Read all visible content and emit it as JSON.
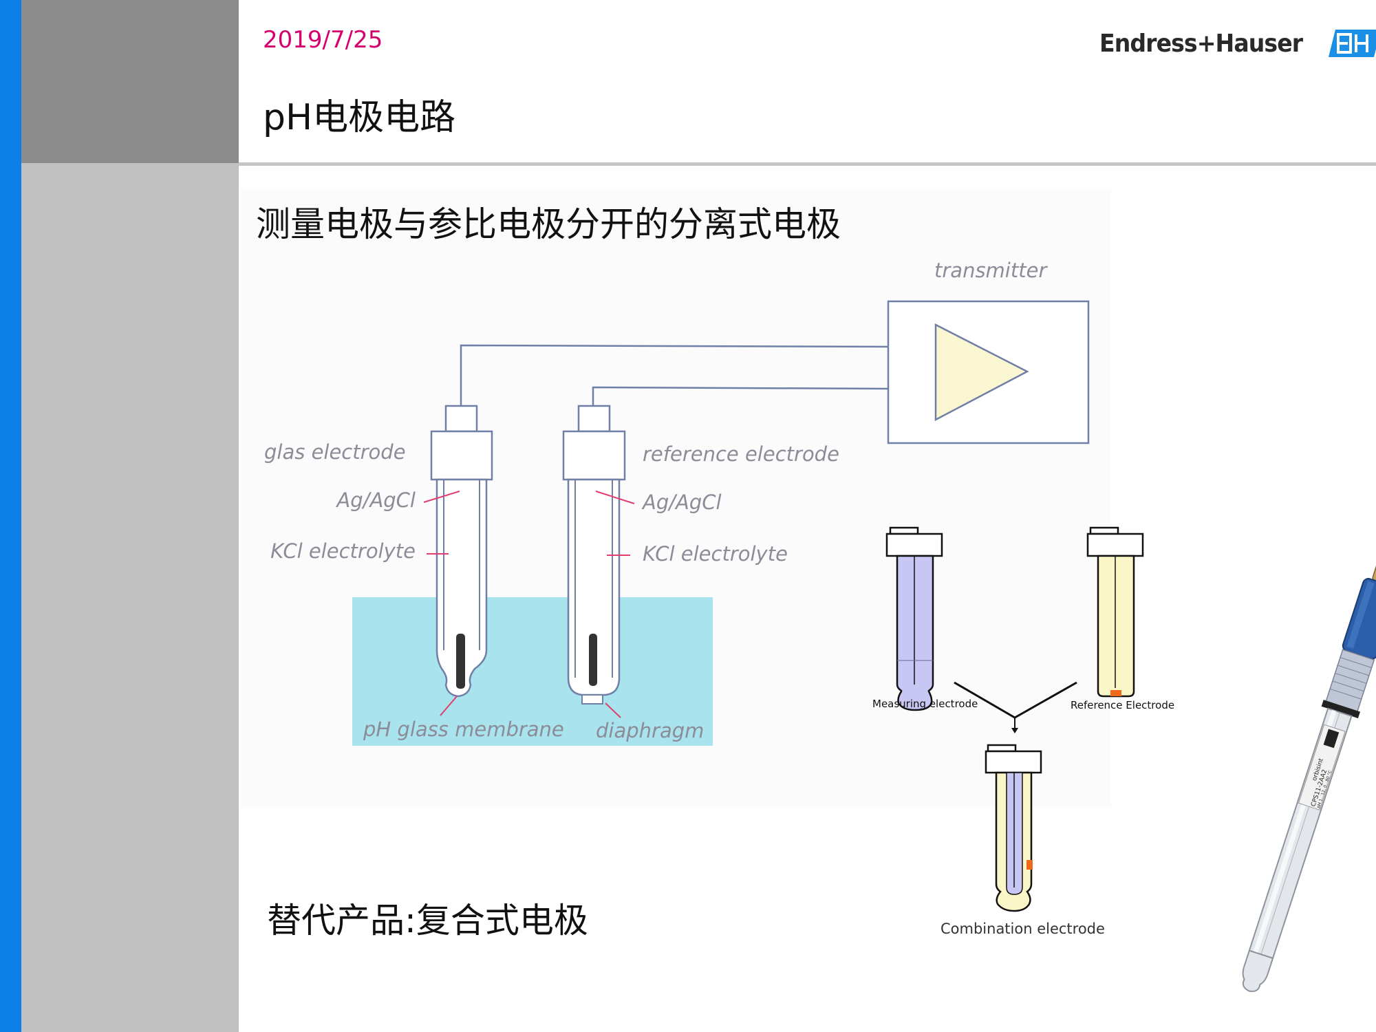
{
  "header": {
    "date": "2019/7/25",
    "title": "pH电极电路",
    "brand": "Endress+Hauser"
  },
  "slide": {
    "subtitle": "测量电极与参比电极分开的分离式电极",
    "alternative": "替代产品:复合式电极"
  },
  "diagram": {
    "transmitter": "transmitter",
    "glas_electrode": "glas electrode",
    "reference_electrode": "reference electrode",
    "agcl_left": "Ag/AgCl",
    "agcl_right": "Ag/AgCl",
    "kcl_left": "KCl electrolyte",
    "kcl_right": "KCl electrolyte",
    "membrane": "pH glass membrane",
    "diaphragm": "diaphragm"
  },
  "combination": {
    "measuring": "Measuring electrode",
    "reference": "Reference  Electrode",
    "combination": "Combination electrode"
  },
  "product": {
    "brand_print": "orbisint",
    "model_print": "CPS11-2AA2",
    "spec_print": "pH 1...12, 0...80 °C"
  },
  "colors": {
    "accent_blue": "#0d7fe8",
    "date_pink": "#d4006e",
    "solution": "#a9e3ee",
    "amplifier": "#fbf6d2",
    "label_gray": "#8c8c98",
    "pointer_pink": "#e03c6e",
    "measuring_fill": "#c8c6f2",
    "reference_fill": "#fbf6c8",
    "junction": "#f06a1c"
  }
}
